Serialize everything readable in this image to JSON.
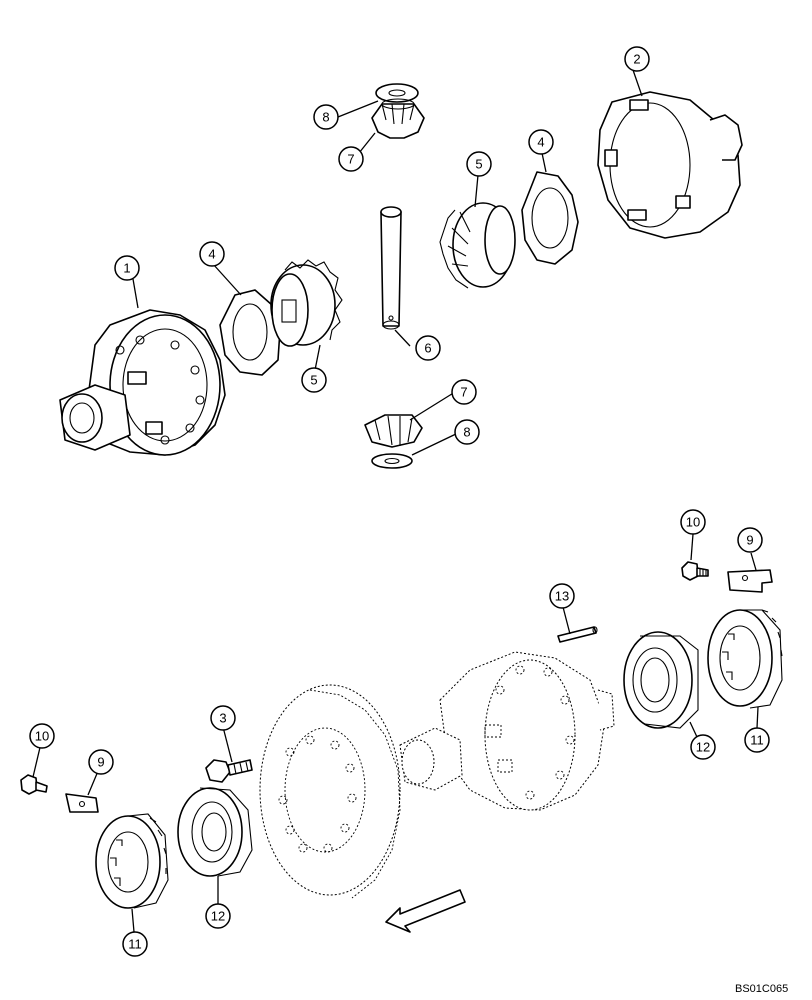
{
  "drawing_code": "BS01C065",
  "callouts": [
    {
      "id": "c1",
      "label": "1"
    },
    {
      "id": "c2",
      "label": "2"
    },
    {
      "id": "c3",
      "label": "3"
    },
    {
      "id": "c4a",
      "label": "4"
    },
    {
      "id": "c4b",
      "label": "4"
    },
    {
      "id": "c5a",
      "label": "5"
    },
    {
      "id": "c5b",
      "label": "5"
    },
    {
      "id": "c6",
      "label": "6"
    },
    {
      "id": "c7a",
      "label": "7"
    },
    {
      "id": "c7b",
      "label": "7"
    },
    {
      "id": "c8a",
      "label": "8"
    },
    {
      "id": "c8b",
      "label": "8"
    },
    {
      "id": "c9a",
      "label": "9"
    },
    {
      "id": "c9b",
      "label": "9"
    },
    {
      "id": "c10a",
      "label": "10"
    },
    {
      "id": "c10b",
      "label": "10"
    },
    {
      "id": "c11a",
      "label": "11"
    },
    {
      "id": "c11b",
      "label": "11"
    },
    {
      "id": "c12a",
      "label": "12"
    },
    {
      "id": "c12b",
      "label": "12"
    },
    {
      "id": "c13",
      "label": "13"
    }
  ]
}
